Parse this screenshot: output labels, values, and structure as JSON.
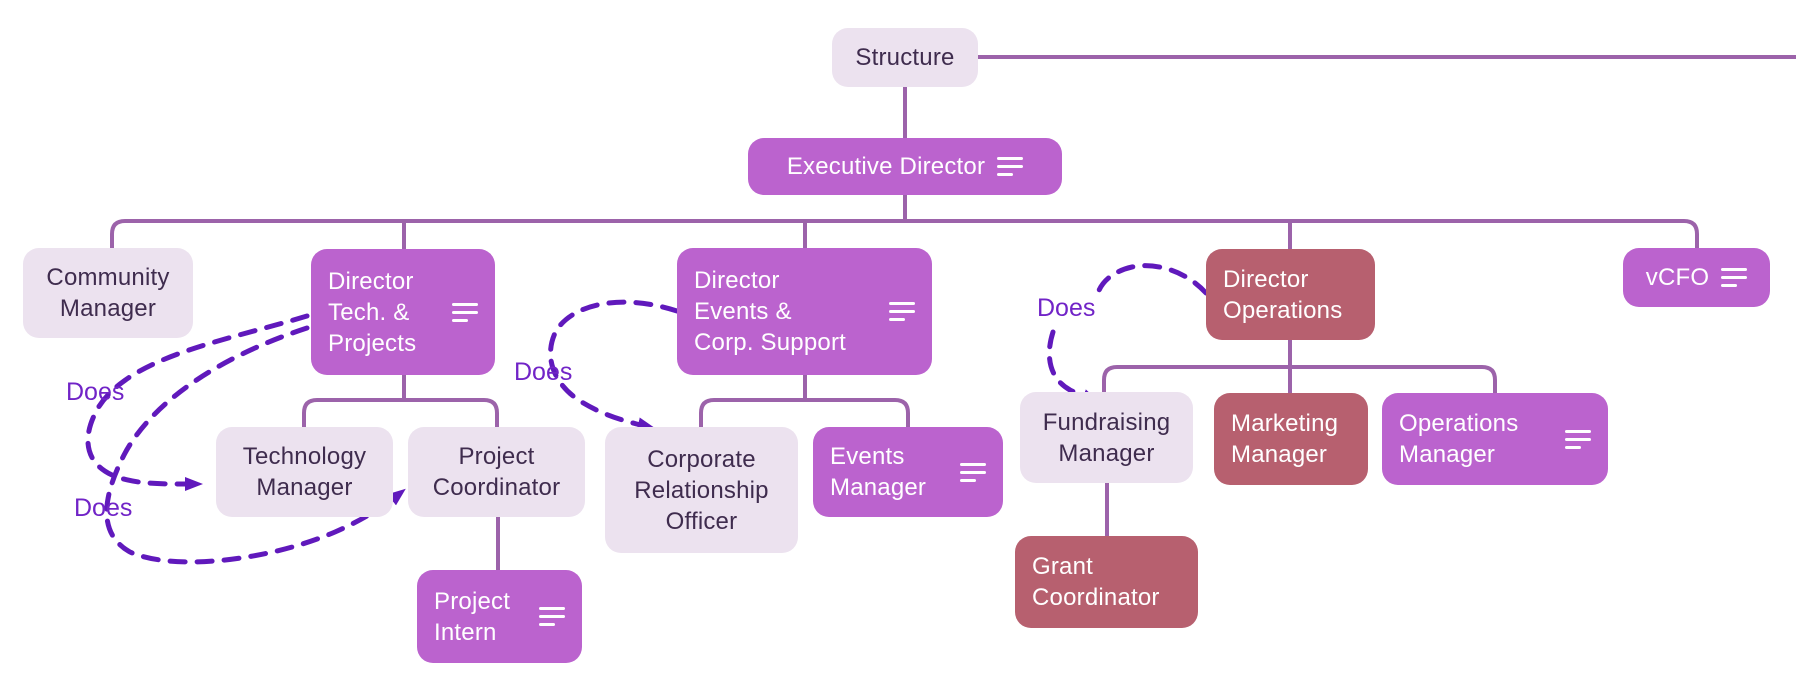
{
  "diagram": {
    "nodes": [
      {
        "id": "structure",
        "label": "Structure",
        "style": "light",
        "notes_icon": false
      },
      {
        "id": "executive-director",
        "label": "Executive Director",
        "style": "purple",
        "notes_icon": true
      },
      {
        "id": "community-manager",
        "label": "Community\nManager",
        "style": "light",
        "notes_icon": false
      },
      {
        "id": "director-tech-projects",
        "label": "Director\nTech. &\nProjects",
        "style": "purple",
        "notes_icon": true
      },
      {
        "id": "director-events-corp-support",
        "label": "Director\nEvents &\nCorp. Support",
        "style": "purple",
        "notes_icon": true
      },
      {
        "id": "director-operations",
        "label": "Director\nOperations",
        "style": "red",
        "notes_icon": false
      },
      {
        "id": "vcfo",
        "label": "vCFO",
        "style": "purple",
        "notes_icon": true
      },
      {
        "id": "technology-manager",
        "label": "Technology\nManager",
        "style": "light",
        "notes_icon": false
      },
      {
        "id": "project-coordinator",
        "label": "Project\nCoordinator",
        "style": "light",
        "notes_icon": false
      },
      {
        "id": "corporate-relationship-officer",
        "label": "Corporate\nRelationship\nOfficer",
        "style": "light",
        "notes_icon": false
      },
      {
        "id": "events-manager",
        "label": "Events\nManager",
        "style": "purple",
        "notes_icon": true
      },
      {
        "id": "fundraising-manager",
        "label": "Fundraising\nManager",
        "style": "light",
        "notes_icon": false
      },
      {
        "id": "marketing-manager",
        "label": "Marketing\nManager",
        "style": "red",
        "notes_icon": false
      },
      {
        "id": "operations-manager",
        "label": "Operations\nManager",
        "style": "purple",
        "notes_icon": true
      },
      {
        "id": "project-intern",
        "label": "Project\nIntern",
        "style": "purple",
        "notes_icon": true
      },
      {
        "id": "grant-coordinator",
        "label": "Grant\nCoordinator",
        "style": "red",
        "notes_icon": false
      }
    ],
    "hierarchy": [
      {
        "parent": "structure",
        "child": "executive-director"
      },
      {
        "parent": "executive-director",
        "child": "community-manager"
      },
      {
        "parent": "executive-director",
        "child": "director-tech-projects"
      },
      {
        "parent": "executive-director",
        "child": "director-events-corp-support"
      },
      {
        "parent": "executive-director",
        "child": "director-operations"
      },
      {
        "parent": "executive-director",
        "child": "vcfo"
      },
      {
        "parent": "director-tech-projects",
        "child": "technology-manager"
      },
      {
        "parent": "director-tech-projects",
        "child": "project-coordinator"
      },
      {
        "parent": "director-events-corp-support",
        "child": "corporate-relationship-officer"
      },
      {
        "parent": "director-events-corp-support",
        "child": "events-manager"
      },
      {
        "parent": "director-operations",
        "child": "fundraising-manager"
      },
      {
        "parent": "director-operations",
        "child": "marketing-manager"
      },
      {
        "parent": "director-operations",
        "child": "operations-manager"
      },
      {
        "parent": "project-coordinator",
        "child": "project-intern"
      },
      {
        "parent": "fundraising-manager",
        "child": "grant-coordinator"
      }
    ],
    "relations": [
      {
        "from": "director-tech-projects",
        "to": "technology-manager",
        "label": "Does"
      },
      {
        "from": "director-tech-projects",
        "to": "project-coordinator",
        "label": "Does"
      },
      {
        "from": "director-events-corp-support",
        "to": "corporate-relationship-officer",
        "label": "Does"
      },
      {
        "from": "director-operations",
        "to": "fundraising-manager",
        "label": "Does"
      }
    ]
  },
  "colors": {
    "bg": "#ffffff",
    "purple": "#bb63ce",
    "light": "#ece2ef",
    "red": "#b7606f",
    "textDark": "#3f2c4e",
    "connector": "#9c63aa",
    "relation": "#6019bc",
    "relLabel": "#7124c7"
  }
}
